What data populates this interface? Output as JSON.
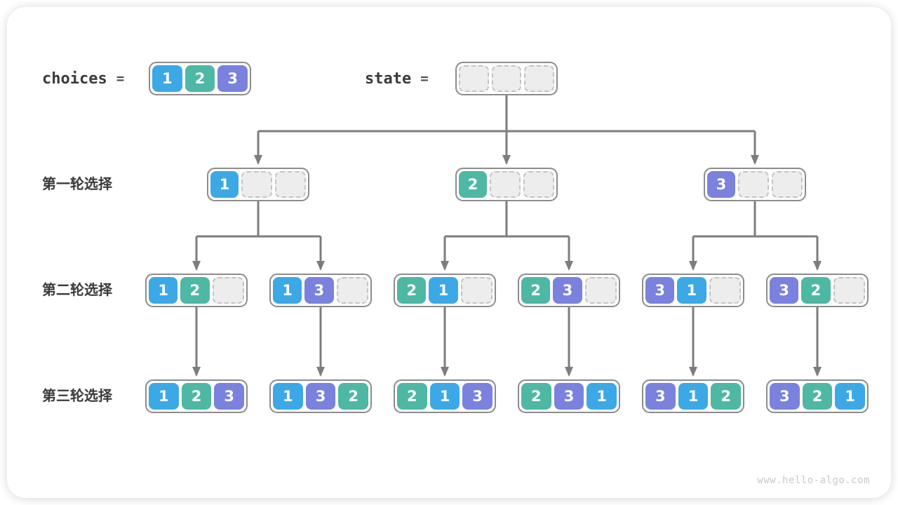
{
  "figure": {
    "choices_label": "choices",
    "state_label": "state",
    "equals": "=",
    "choices_cells": [
      1,
      2,
      3
    ],
    "state_cells": [
      null,
      null,
      null
    ],
    "rows": [
      {
        "label": "第一轮选择",
        "nodes": [
          [
            1,
            null,
            null
          ],
          [
            2,
            null,
            null
          ],
          [
            3,
            null,
            null
          ]
        ]
      },
      {
        "label": "第二轮选择",
        "nodes": [
          [
            1,
            2,
            null
          ],
          [
            1,
            3,
            null
          ],
          [
            2,
            1,
            null
          ],
          [
            2,
            3,
            null
          ],
          [
            3,
            1,
            null
          ],
          [
            3,
            2,
            null
          ]
        ]
      },
      {
        "label": "第三轮选择",
        "nodes": [
          [
            1,
            2,
            3
          ],
          [
            1,
            3,
            2
          ],
          [
            2,
            1,
            3
          ],
          [
            2,
            3,
            1
          ],
          [
            3,
            1,
            2
          ],
          [
            3,
            2,
            1
          ]
        ]
      }
    ],
    "watermark": "www.hello-algo.com",
    "colors": {
      "value_1": "#3da8e6",
      "value_2": "#4eb8a4",
      "value_3": "#7a82dd",
      "empty_cell_fill": "#ededed",
      "empty_cell_border": "#c3c3c3",
      "node_border": "#8c8c8c",
      "connector": "#7d7d7d",
      "label_text": "#3a3a3a",
      "watermark_text": "#c9c9c9"
    }
  }
}
